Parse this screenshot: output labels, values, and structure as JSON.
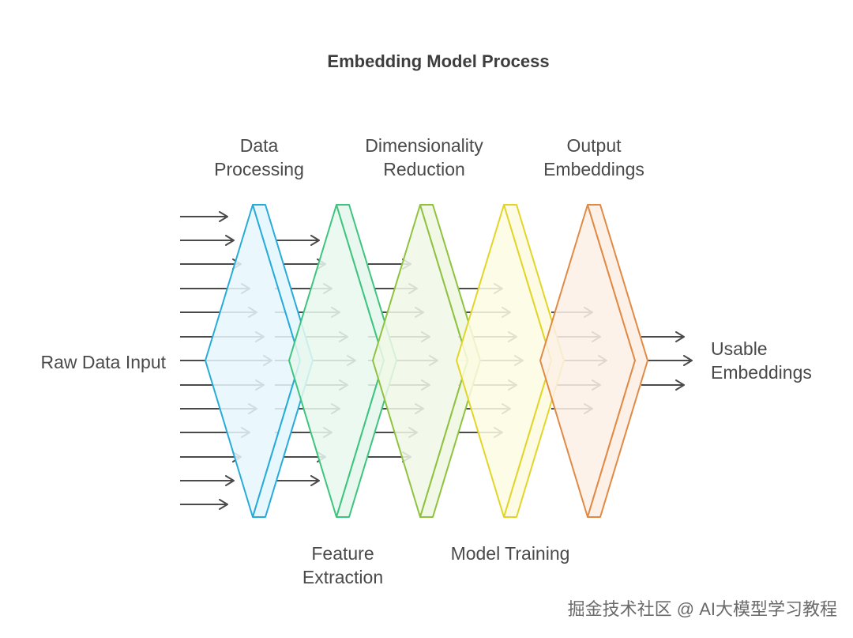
{
  "title": "Embedding Model Process",
  "left_label": "Raw Data Input",
  "right_label": [
    "Usable",
    "Embeddings"
  ],
  "stages": [
    {
      "lines": [
        "Data",
        "Processing"
      ],
      "color": "#29abd9",
      "fill": "#e6f7fd",
      "label_pos": "top"
    },
    {
      "lines": [
        "Feature",
        "Extraction"
      ],
      "color": "#3ec47e",
      "fill": "#e8f8ef",
      "label_pos": "bottom"
    },
    {
      "lines": [
        "Dimensionality",
        "Reduction"
      ],
      "color": "#8ec23f",
      "fill": "#f1f8e6",
      "label_pos": "top"
    },
    {
      "lines": [
        "Model Training"
      ],
      "color": "#e2d52a",
      "fill": "#fdfbe3",
      "label_pos": "bottom"
    },
    {
      "lines": [
        "Output",
        "Embeddings"
      ],
      "color": "#e08a45",
      "fill": "#fdf0e6",
      "label_pos": "top"
    }
  ],
  "watermark": "掘金技术社区 @ AI大模型学习教程"
}
